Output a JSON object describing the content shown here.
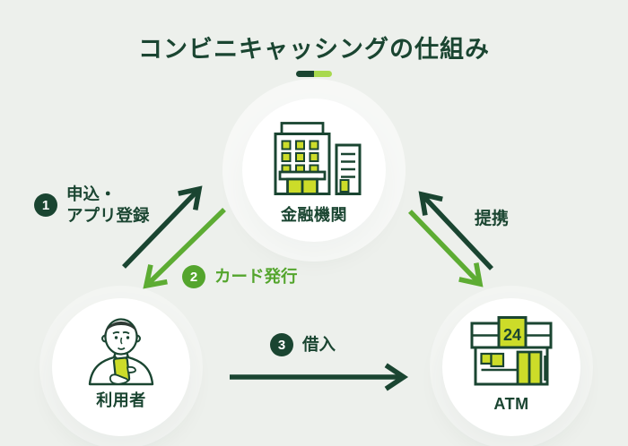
{
  "title": "コンビニキャッシングの仕組み",
  "nodes": {
    "bank": {
      "label": "金融機関",
      "icon": "bank-buildings-icon"
    },
    "user": {
      "label": "利用者",
      "icon": "person-smartphone-icon"
    },
    "atm": {
      "label": "ATM",
      "sign": "24",
      "icon": "convenience-store-icon"
    }
  },
  "steps": {
    "step1": {
      "num": "1",
      "line1": "申込・",
      "line2": "アプリ登録"
    },
    "step2": {
      "num": "2",
      "label": "カード発行"
    },
    "step3": {
      "num": "3",
      "label": "借入"
    },
    "partnership": {
      "label": "提携"
    }
  },
  "colors": {
    "background": "#edf0ec",
    "dark_green": "#1a4531",
    "mid_green": "#54a52d",
    "arrow_green": "#5dac33",
    "lime_accent": "#a8d94e",
    "icon_fill": "#ccdc29",
    "node_fill": "#ffffff"
  }
}
